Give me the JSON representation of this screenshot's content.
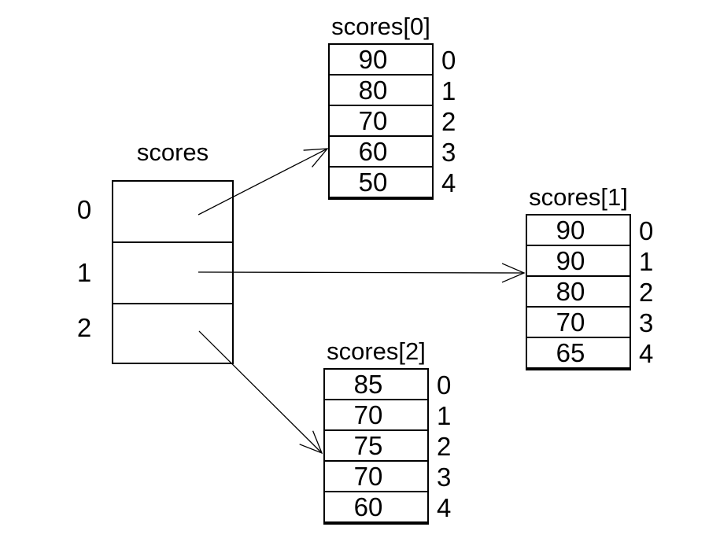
{
  "colors": {
    "background": "#ffffff",
    "line": "#000000",
    "text": "#000000"
  },
  "main_array": {
    "title": "scores",
    "row_labels": [
      "0",
      "1",
      "2"
    ]
  },
  "tables": [
    {
      "title": "scores[0]",
      "values": [
        "90",
        "80",
        "70",
        "60",
        "50"
      ],
      "indices": [
        "0",
        "1",
        "2",
        "3",
        "4"
      ]
    },
    {
      "title": "scores[1]",
      "values": [
        "90",
        "90",
        "80",
        "70",
        "65"
      ],
      "indices": [
        "0",
        "1",
        "2",
        "3",
        "4"
      ]
    },
    {
      "title": "scores[2]",
      "values": [
        "85",
        "70",
        "75",
        "70",
        "60"
      ],
      "indices": [
        "0",
        "1",
        "2",
        "3",
        "4"
      ]
    }
  ],
  "arrows": [
    {
      "from": "scores element 0",
      "to": "scores[0] table"
    },
    {
      "from": "scores element 1",
      "to": "scores[1] table"
    },
    {
      "from": "scores element 2",
      "to": "scores[2] table"
    }
  ]
}
